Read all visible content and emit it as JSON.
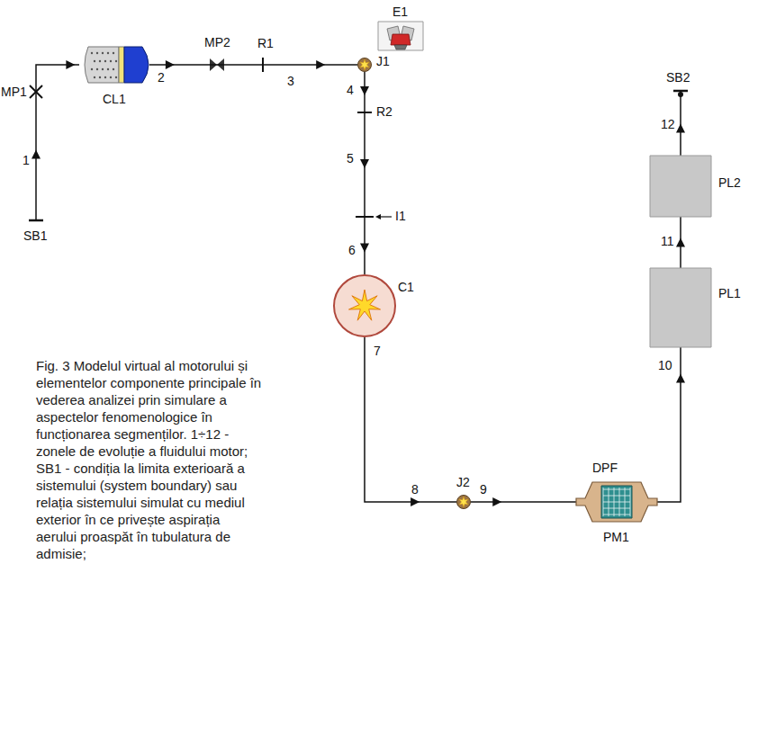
{
  "diagram": {
    "caption": "Fig. 3 Modelul virtual al motorului și elementelor componente principale în vederea analizei prin simulare a aspectelor fenomenologice în funcționarea segmenților. 1÷12 - zonele de evoluție a fluidului motor; SB1 - condiția la limita exterioară a sistemului (system boundary) sau relația sistemului simulat cu mediul exterior în ce privește aspirația aerului proaspăt în tubulatura de admisie;",
    "nodes": [
      {
        "text": [
          "SB1"
        ]
      },
      {
        "text": [
          "MP1"
        ]
      },
      {
        "text": [
          "CL1"
        ]
      },
      {
        "text": [
          "MP2"
        ]
      },
      {
        "text": [
          "R1"
        ]
      },
      {
        "text": [
          "E1"
        ]
      },
      {
        "text": [
          "J1"
        ]
      },
      {
        "text": [
          "R2"
        ]
      },
      {
        "text": [
          "I1"
        ]
      },
      {
        "text": [
          "C1"
        ]
      },
      {
        "text": [
          "J2"
        ]
      },
      {
        "text": [
          "DPF",
          "PM1"
        ]
      },
      {
        "text": [
          "PL1"
        ]
      },
      {
        "text": [
          "PL2"
        ]
      },
      {
        "text": [
          "SB2"
        ]
      }
    ],
    "edges": [
      {
        "from": 0,
        "to": 1,
        "label": "1",
        "arrow": "to"
      },
      {
        "from": 1,
        "to": 2,
        "arrow": "to"
      },
      {
        "from": 2,
        "to": 3,
        "label": "2",
        "arrow": "to"
      },
      {
        "from": 3,
        "to": 4,
        "arrow": "none"
      },
      {
        "from": 4,
        "to": 6,
        "label": "3",
        "arrow": "to"
      },
      {
        "from": 6,
        "to": 7,
        "label": "4",
        "arrow": "to"
      },
      {
        "from": 7,
        "to": 8,
        "label": "5",
        "arrow": "to"
      },
      {
        "from": 8,
        "to": 9,
        "label": "6",
        "arrow": "to"
      },
      {
        "from": 9,
        "to": 10,
        "label": "8",
        "arrow": "to"
      },
      {
        "from": 10,
        "to": 11,
        "label": "9",
        "arrow": "to"
      },
      {
        "from": 11,
        "to": 12,
        "label": "10",
        "arrow": "to"
      },
      {
        "from": 12,
        "to": 13,
        "label": "11",
        "arrow": "to"
      },
      {
        "from": 13,
        "to": 14,
        "label": "12",
        "arrow": "to"
      }
    ],
    "labels": [
      "7"
    ]
  }
}
